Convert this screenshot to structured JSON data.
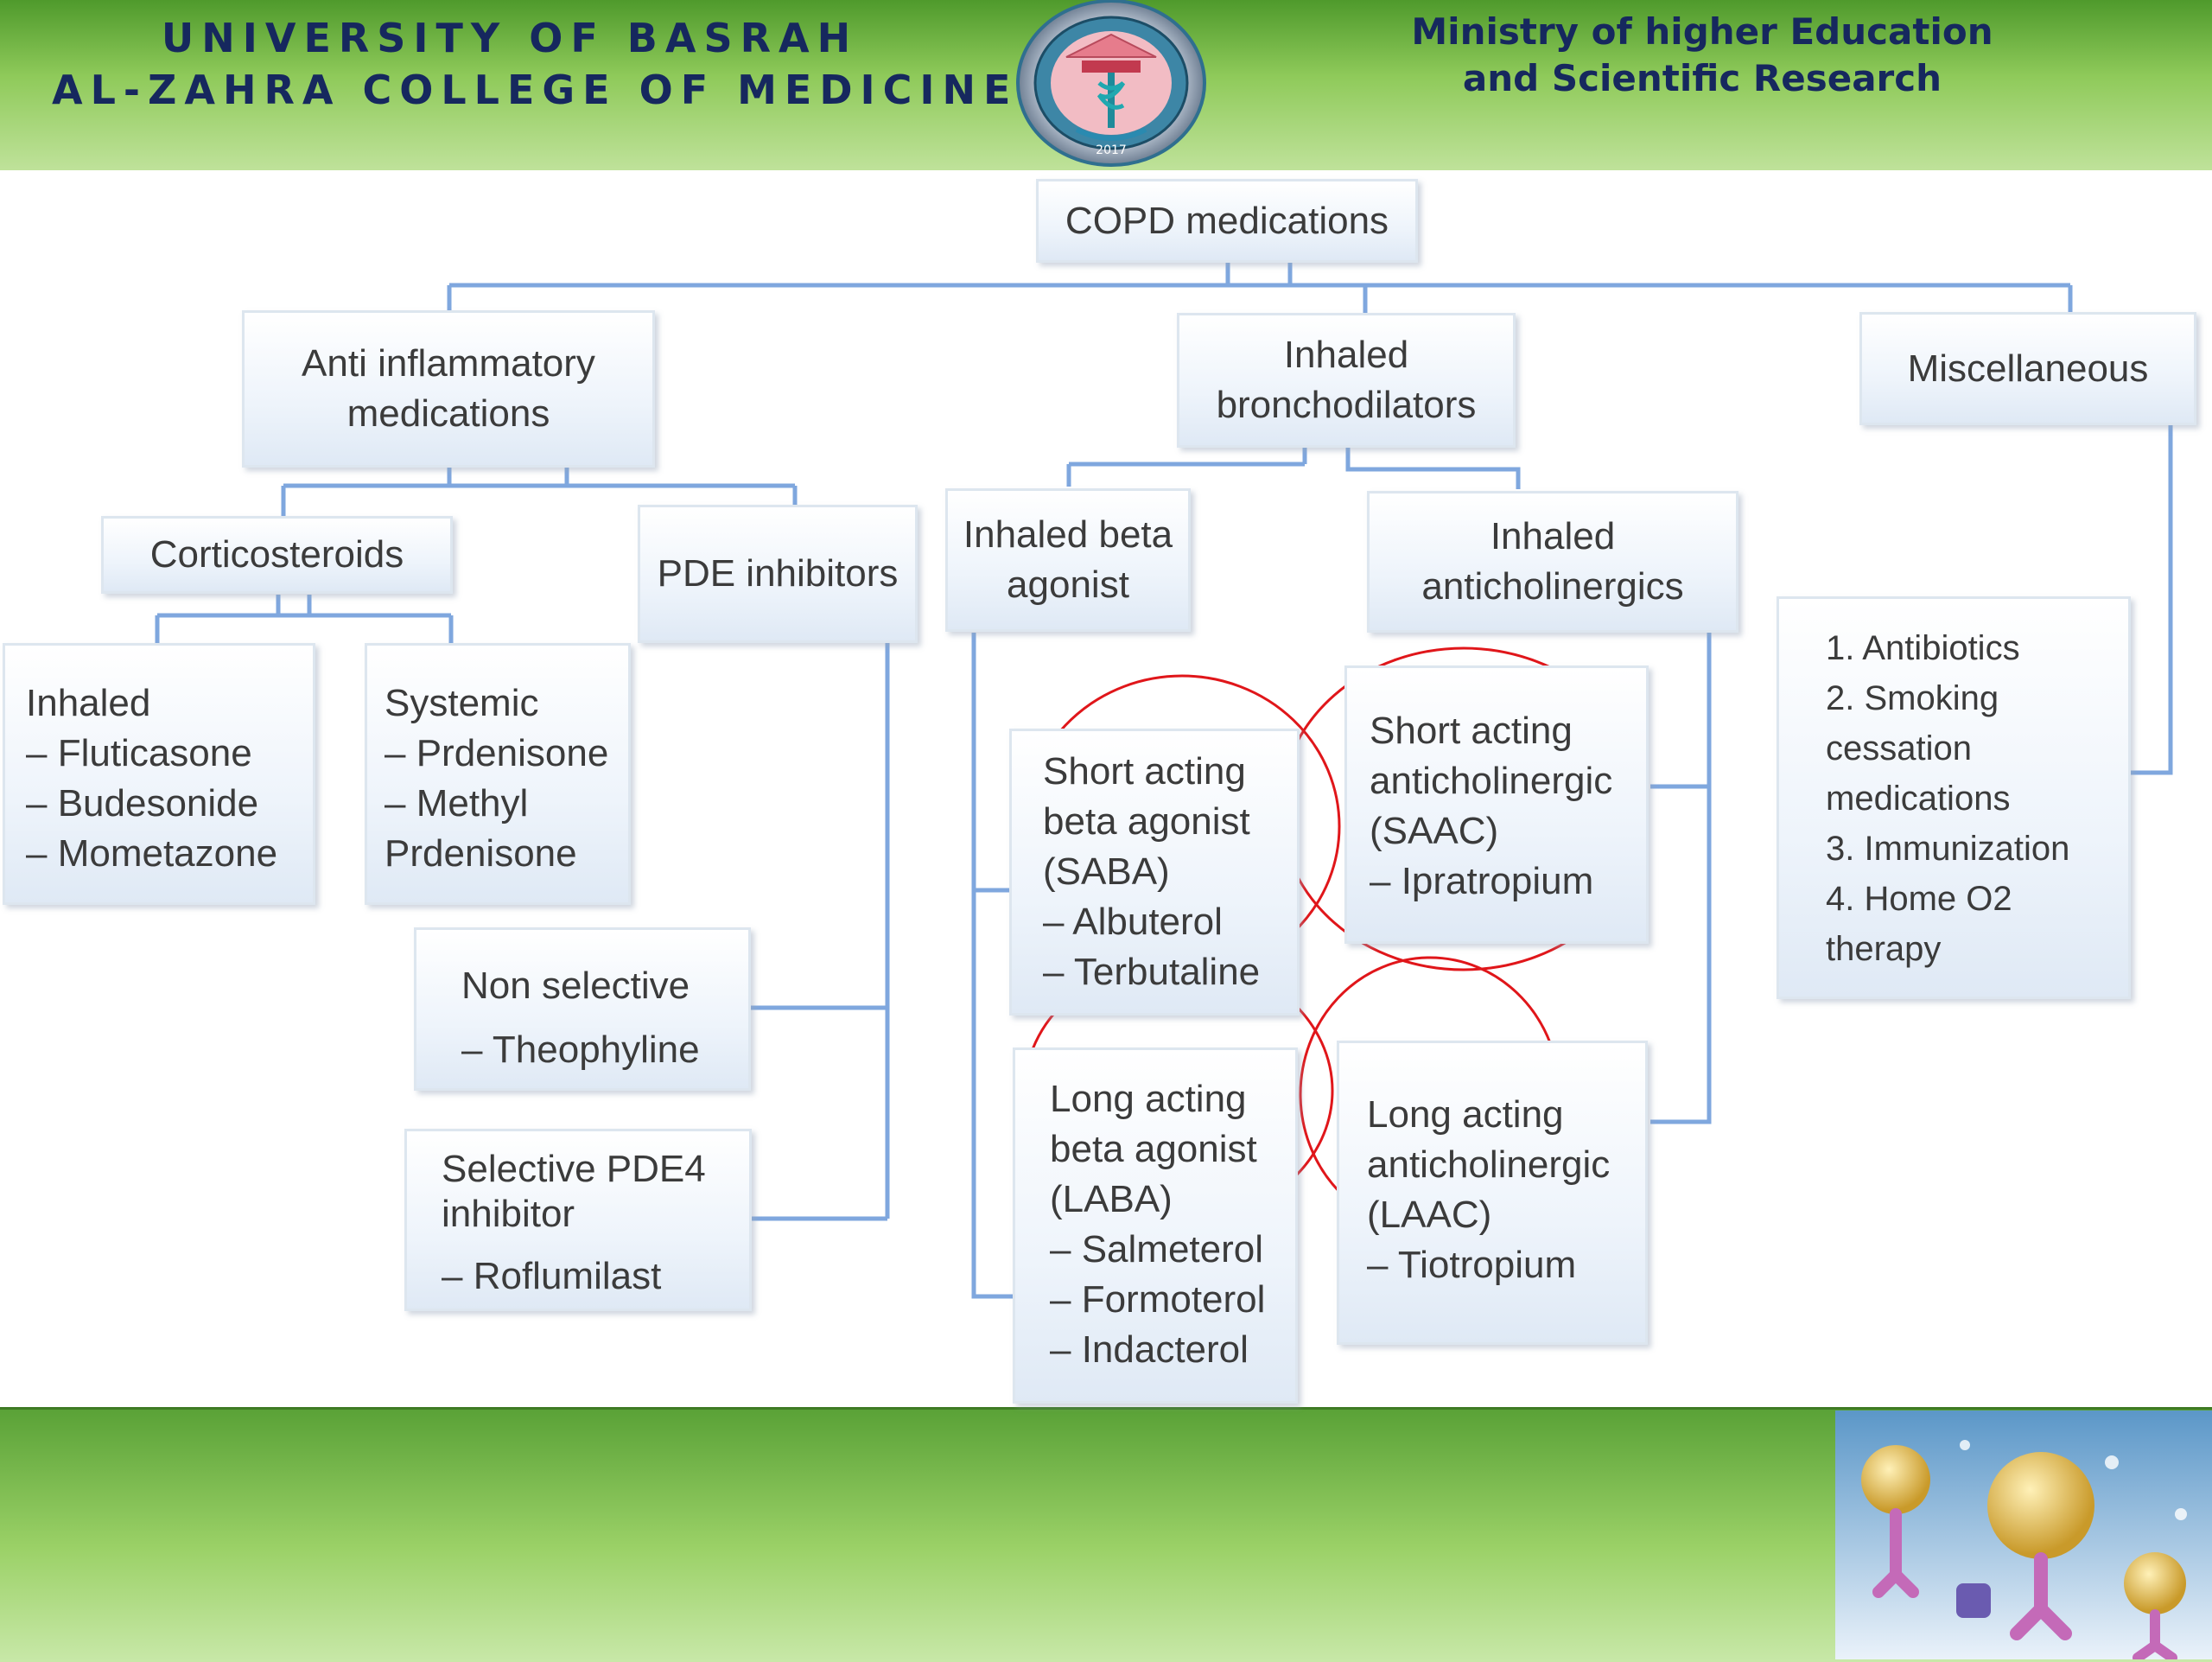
{
  "header": {
    "university_line1": "UNIVERSITY OF BASRAH",
    "university_line2": "AL-ZAHRA COLLEGE OF MEDICINE",
    "ministry_line1": "Ministry of higher Education",
    "ministry_line2": "and Scientific Research",
    "logo_year": "2017"
  },
  "diagram": {
    "root": "COPD medications",
    "anti_inflammatory": [
      "Anti inflammatory",
      "medications"
    ],
    "bronchodilators": [
      "Inhaled",
      "bronchodilators"
    ],
    "miscellaneous": "Miscellaneous",
    "corticosteroids": "Corticosteroids",
    "pde_inhibitors": "PDE inhibitors",
    "inhaled_beta_agonist": [
      "Inhaled beta",
      "agonist"
    ],
    "inhaled_anticholinergics": [
      "Inhaled",
      "anticholinergics"
    ],
    "inhaled_steroids": [
      "Inhaled",
      "– Fluticasone",
      "– Budesonide",
      "– Mometazone"
    ],
    "systemic_steroids": [
      "Systemic",
      "– Prdenisone",
      "– Methyl",
      "Prdenisone"
    ],
    "non_selective": [
      "Non selective",
      "– Theophyline"
    ],
    "selective_pde4": [
      "Selective PDE4",
      "inhibitor",
      "– Roflumilast"
    ],
    "saba": [
      "Short acting",
      "beta agonist",
      "(SABA)",
      "– Albuterol",
      "– Terbutaline"
    ],
    "laba": [
      "Long acting",
      "beta agonist",
      "(LABA)",
      "– Salmeterol",
      "– Formoterol",
      "– Indacterol"
    ],
    "saac": [
      "Short acting",
      "anticholinergic",
      "(SAAC)",
      "– Ipratropium"
    ],
    "laac": [
      "Long acting",
      "anticholinergic",
      "(LAAC)",
      "– Tiotropium"
    ],
    "misc_list": [
      "1. Antibiotics",
      "2. Smoking",
      "cessation",
      "medications",
      "3. Immunization",
      "4. Home O2",
      "therapy"
    ]
  },
  "colors": {
    "connector": "#7fa7de",
    "highlight_circle": "#e0161a",
    "header_text": "#16285e"
  }
}
